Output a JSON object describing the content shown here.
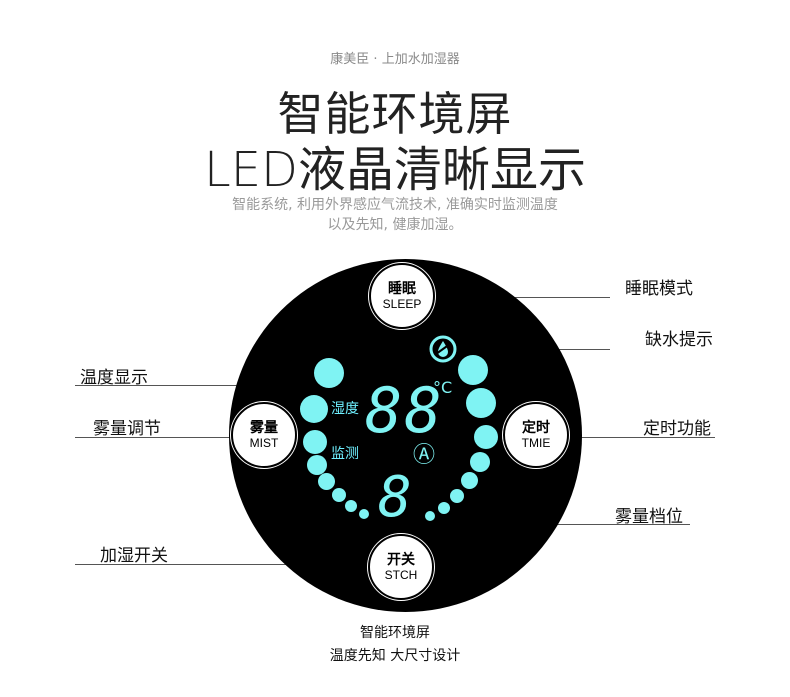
{
  "header": {
    "brand": "康美臣 · 上加水加湿器",
    "title_line1": "智能环境屏",
    "title_line2": "LED液晶清晰显示",
    "desc_line1": "智能系统, 利用外界感应气流技术, 准确实时监测温度",
    "desc_line2": "以及先知, 健康加湿。"
  },
  "callouts": {
    "sleep_mode": "睡眠模式",
    "water_shortage": "缺水提示",
    "temp_display": "温度显示",
    "mist_adjust": "雾量调节",
    "timer_function": "定时功能",
    "mist_level": "雾量档位",
    "humidify_switch": "加湿开关"
  },
  "buttons": {
    "sleep": {
      "cn": "睡眠",
      "en": "SLEEP"
    },
    "mist": {
      "cn": "雾量",
      "en": "MIST"
    },
    "timer": {
      "cn": "定时",
      "en": "TMIE"
    },
    "switch": {
      "cn": "开关",
      "en": "STCH"
    }
  },
  "display": {
    "humidity_label": "湿度",
    "monitor_label": "监测",
    "main_digits": "88",
    "unit": "°C",
    "auto_symbol": "Ⓐ",
    "level_digit": "8"
  },
  "footer": {
    "line1": "智能环境屏",
    "line2": "温度先知  大尺寸设计"
  },
  "colors": {
    "accent": "#7ff3f3",
    "panel": "#000000"
  },
  "icons": [
    "water-drop-warning-icon"
  ]
}
